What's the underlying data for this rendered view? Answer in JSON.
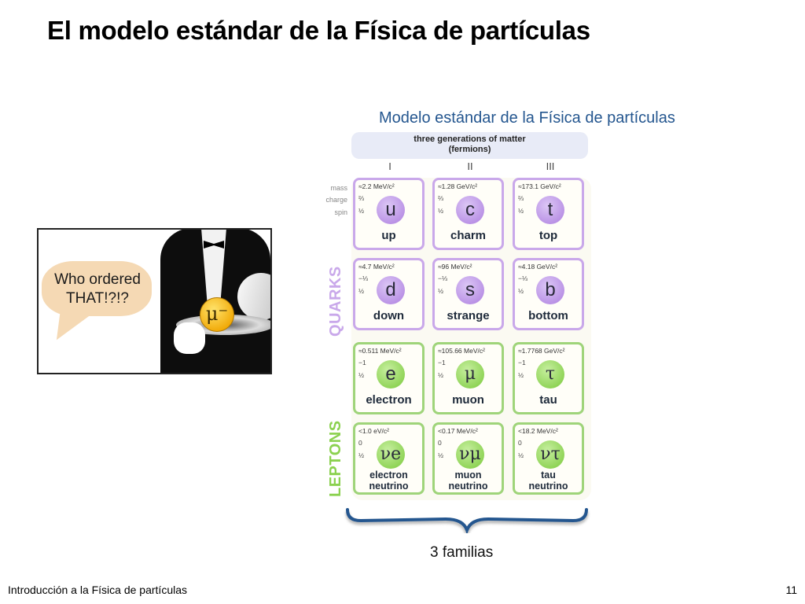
{
  "slide": {
    "title": "El modelo estándar de la Física de partículas",
    "footer_text": "Introducción a la Física de partículas",
    "page_number": "11"
  },
  "meme": {
    "speech": "Who ordered THAT!?!?",
    "particle_symbol": "μ⁻"
  },
  "standard_model": {
    "title": "Modelo estándar de la Física de partículas",
    "header": "three generations of matter",
    "header_sub": "(fermions)",
    "generations": [
      "I",
      "II",
      "III"
    ],
    "row_labels": {
      "mass": "mass",
      "charge": "charge",
      "spin": "spin"
    },
    "group_labels": {
      "quarks": "QUARKS",
      "leptons": "LEPTONS"
    },
    "colors": {
      "quark": "#c9a8ea",
      "lepton": "#9fd47a",
      "title": "#24568f"
    },
    "particles": [
      {
        "mass": "≈2.2 MeV/c²",
        "charge": "⅔",
        "spin": "½",
        "symbol": "u",
        "name": "up"
      },
      {
        "mass": "≈1.28 GeV/c²",
        "charge": "⅔",
        "spin": "½",
        "symbol": "c",
        "name": "charm"
      },
      {
        "mass": "≈173.1 GeV/c²",
        "charge": "⅔",
        "spin": "½",
        "symbol": "t",
        "name": "top"
      },
      {
        "mass": "≈4.7 MeV/c²",
        "charge": "−⅓",
        "spin": "½",
        "symbol": "d",
        "name": "down"
      },
      {
        "mass": "≈96 MeV/c²",
        "charge": "−⅓",
        "spin": "½",
        "symbol": "s",
        "name": "strange"
      },
      {
        "mass": "≈4.18 GeV/c²",
        "charge": "−⅓",
        "spin": "½",
        "symbol": "b",
        "name": "bottom"
      },
      {
        "mass": "≈0.511 MeV/c²",
        "charge": "−1",
        "spin": "½",
        "symbol": "e",
        "name": "electron"
      },
      {
        "mass": "≈105.66 MeV/c²",
        "charge": "−1",
        "spin": "½",
        "symbol": "μ",
        "name": "muon"
      },
      {
        "mass": "≈1.7768 GeV/c²",
        "charge": "−1",
        "spin": "½",
        "symbol": "τ",
        "name": "tau"
      },
      {
        "mass": "<1.0 eV/c²",
        "charge": "0",
        "spin": "½",
        "symbol": "νe",
        "name": "electron",
        "name2": "neutrino"
      },
      {
        "mass": "<0.17 MeV/c²",
        "charge": "0",
        "spin": "½",
        "symbol": "νμ",
        "name": "muon",
        "name2": "neutrino"
      },
      {
        "mass": "<18.2 MeV/c²",
        "charge": "0",
        "spin": "½",
        "symbol": "ντ",
        "name": "tau",
        "name2": "neutrino"
      }
    ],
    "brace_label": "3 familias"
  }
}
